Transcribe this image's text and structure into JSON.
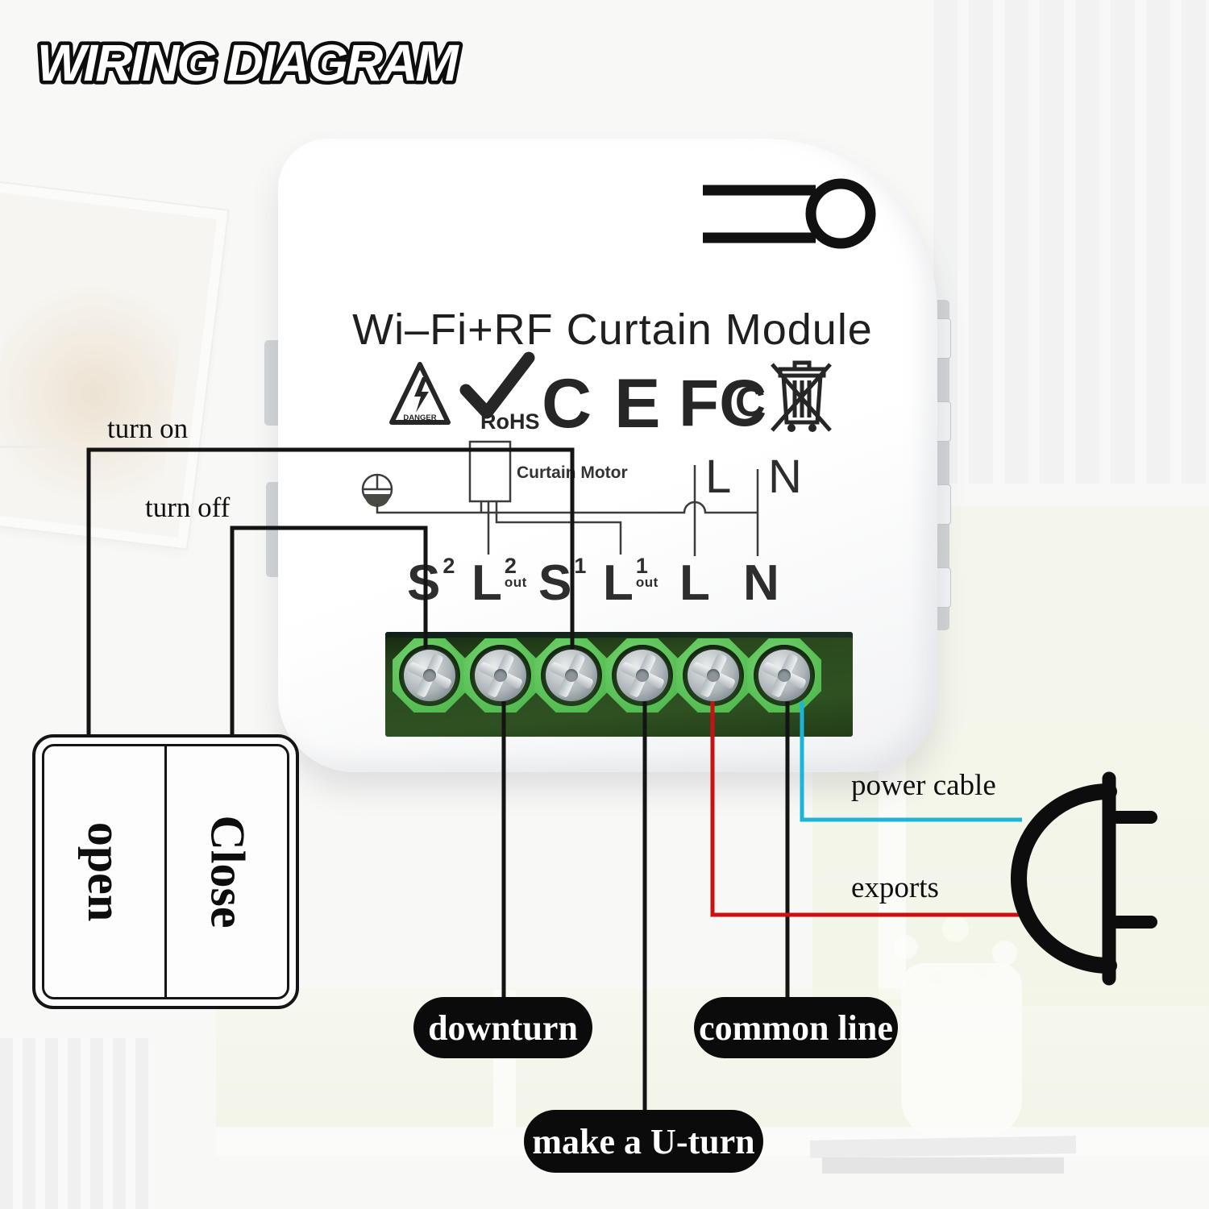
{
  "title": "WIRING DIAGRAM",
  "module": {
    "name": "Wi–Fi+RF Curtain Module",
    "certs": {
      "danger_label": "DANGER",
      "rohs_label": "RoHS",
      "ce": "CE",
      "fcc": "FC",
      "fcc_inner": "C"
    },
    "schematic": {
      "motor": "Curtain Motor",
      "line_top": "L",
      "neutral_top": "N"
    },
    "terminals": [
      {
        "main": "S",
        "sup": "2",
        "sub": ""
      },
      {
        "main": "L",
        "sup": "2",
        "sub": "out"
      },
      {
        "main": "S",
        "sup": "1",
        "sub": ""
      },
      {
        "main": "L",
        "sup": "1",
        "sub": "out"
      },
      {
        "main": "L",
        "sup": "",
        "sub": ""
      },
      {
        "main": "N",
        "sup": "",
        "sub": ""
      }
    ]
  },
  "wire_labels": {
    "turn_on": "turn on",
    "turn_off": "turn off",
    "power_cable": "power cable",
    "exports": "exports"
  },
  "pills": [
    {
      "label": "downturn"
    },
    {
      "label": "common line"
    },
    {
      "label": "make a U-turn"
    }
  ],
  "wall_switch": {
    "left_button": "open",
    "right_button": "Close"
  },
  "colors": {
    "wire_black": "#141414",
    "wire_red": "#c91111",
    "wire_blue": "#1cb5da",
    "terminal_green": "#5ec75b",
    "pcb_green": "#2a4a1e",
    "pill_bg": "#0b0b0b",
    "ink": "#262626"
  }
}
